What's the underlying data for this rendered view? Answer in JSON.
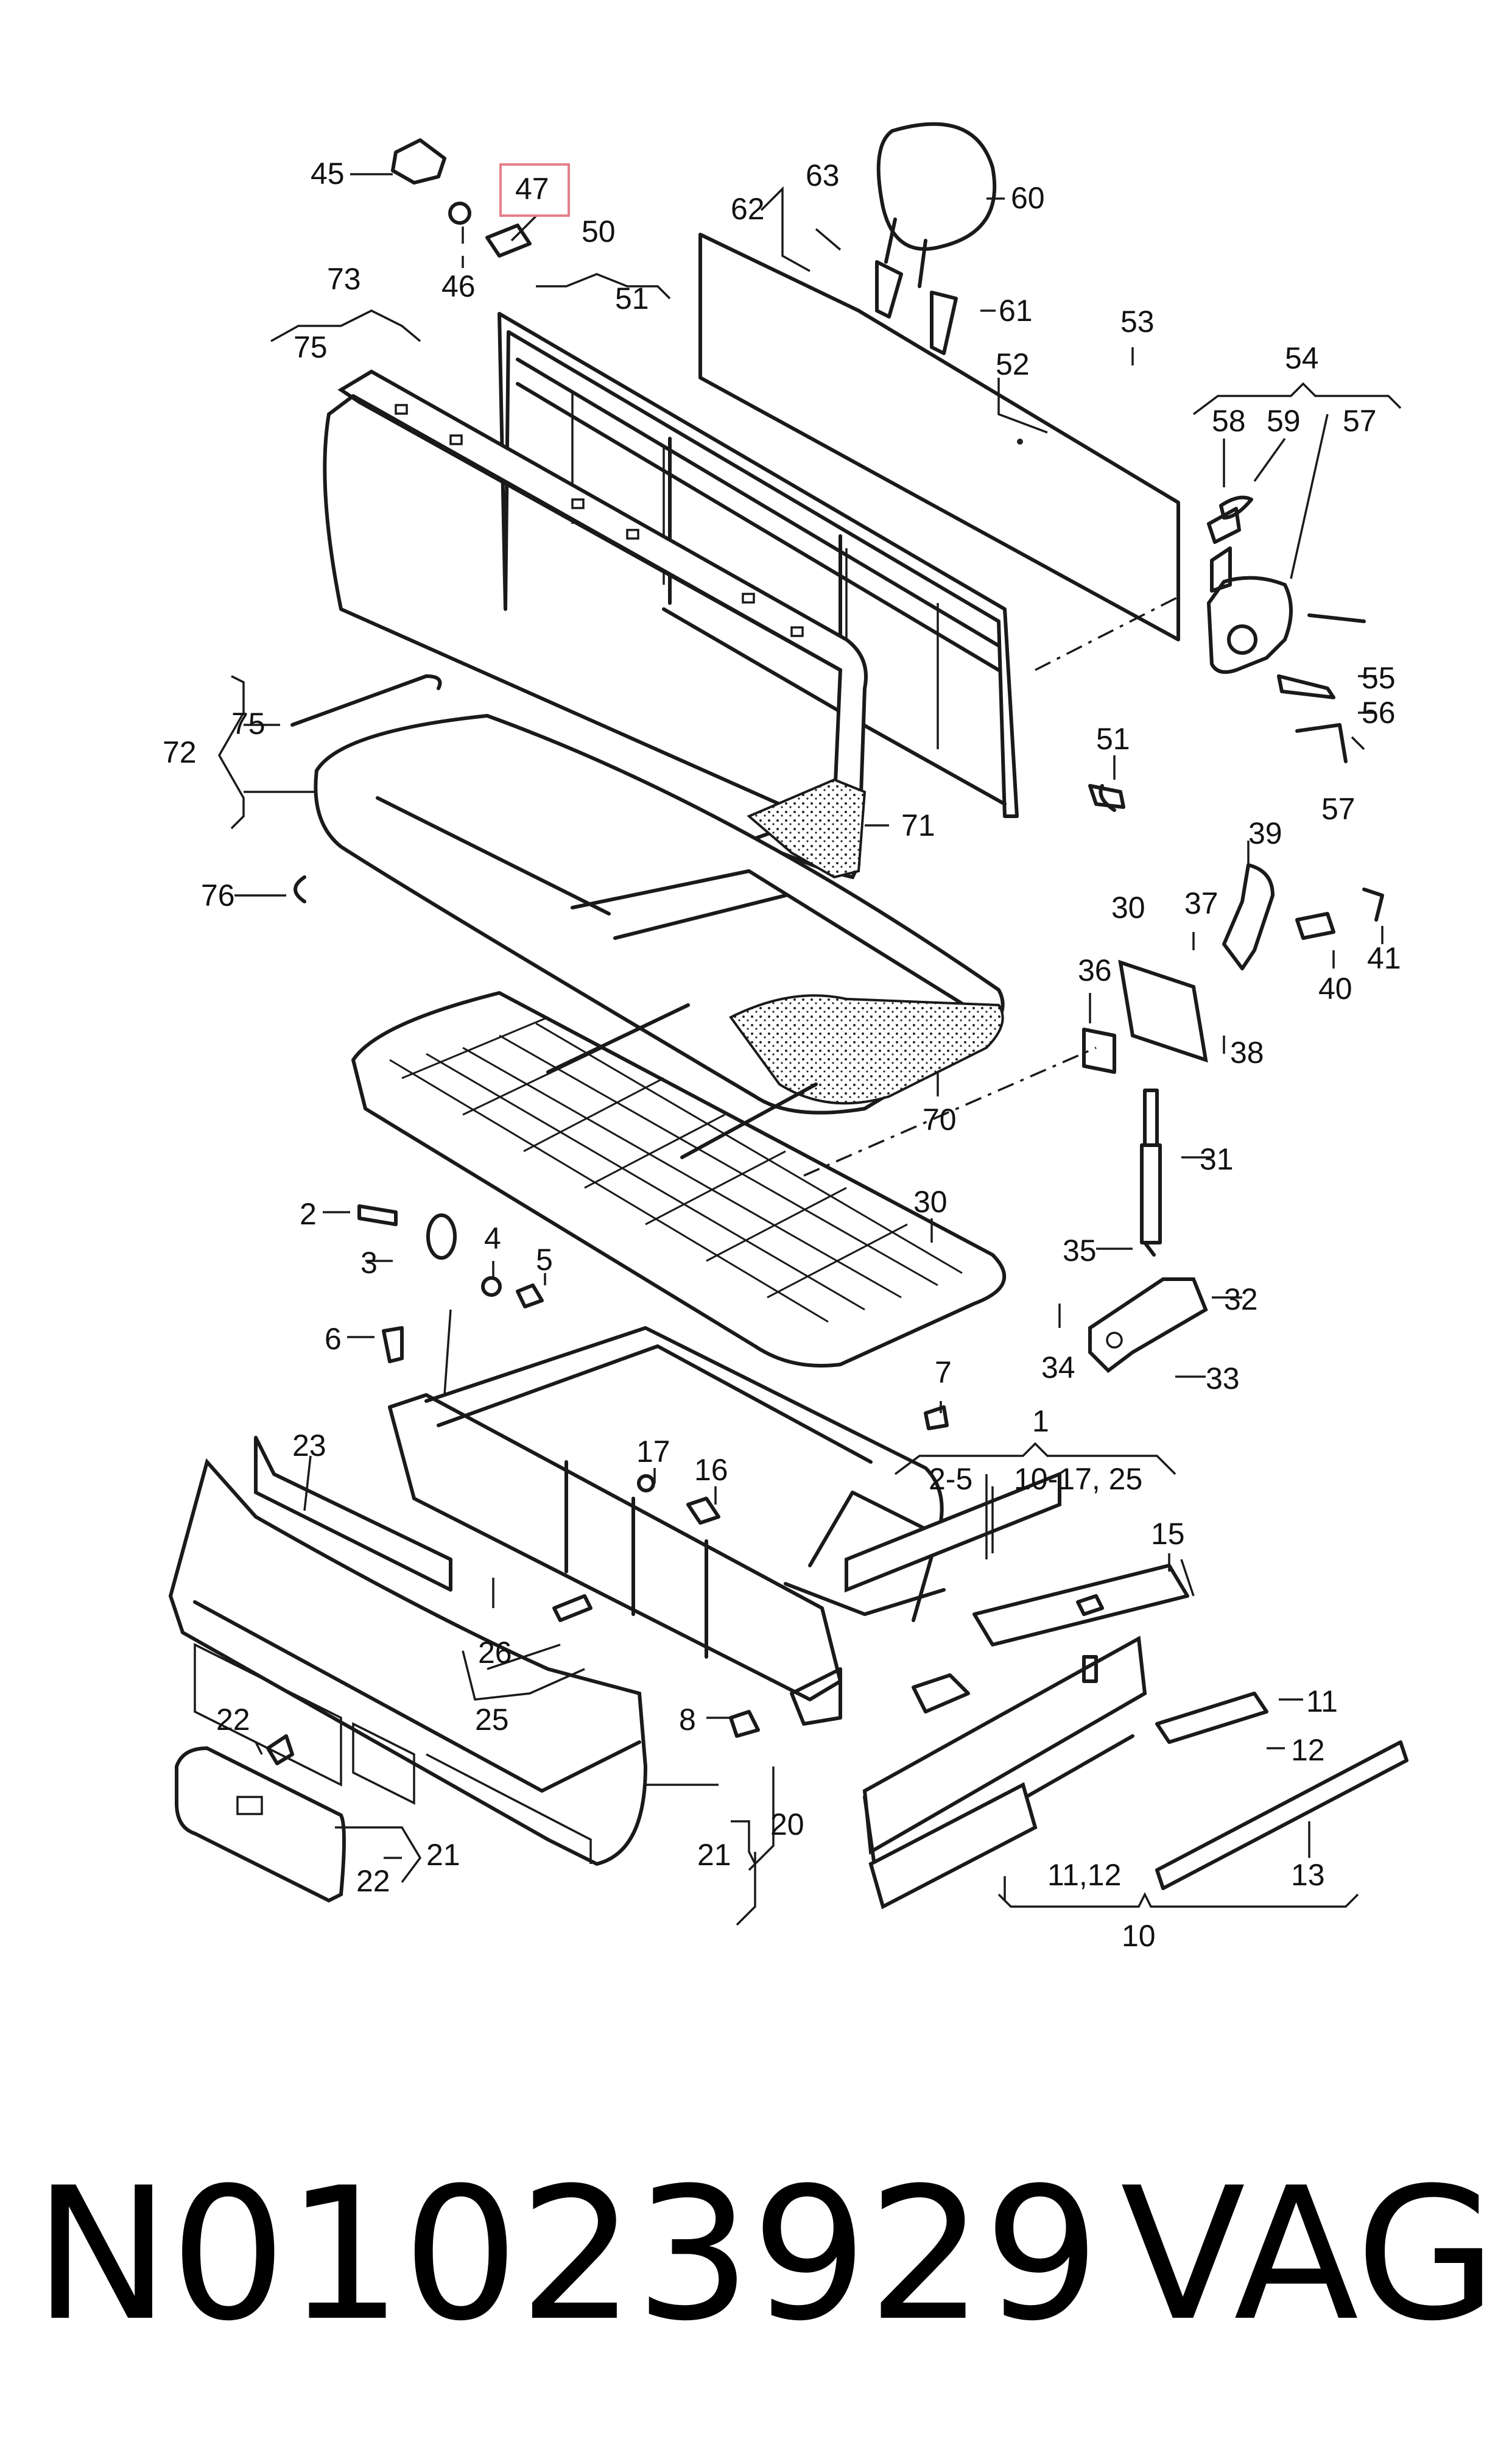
{
  "footer": {
    "part_number": "N01023929",
    "brand": "VAG"
  },
  "highlight_color": "#e57f8a",
  "callouts": {
    "l2": "2",
    "l3": "3",
    "l4": "4",
    "l5": "5",
    "l6": "6",
    "l7": "7",
    "l8": "8",
    "l10": "10",
    "l11": "11",
    "l1112": "11,12",
    "l12": "12",
    "l13": "13",
    "l15": "15",
    "l16": "16",
    "l17": "17",
    "l1": "1",
    "l25range": "2-5",
    "l1017": "10-17, 25",
    "l20": "20",
    "l21a": "21",
    "l21b": "21",
    "l22a": "22",
    "l22b": "22",
    "l23": "23",
    "l25": "25",
    "l26": "26",
    "l30a": "30",
    "l30b": "30",
    "l31": "31",
    "l32": "32",
    "l33": "33",
    "l34": "34",
    "l35": "35",
    "l36": "36",
    "l37": "37",
    "l38": "38",
    "l39": "39",
    "l40": "40",
    "l41": "41",
    "l45": "45",
    "l46": "46",
    "l47": "47",
    "l50": "50",
    "l51a": "51",
    "l51b": "51",
    "l52": "52",
    "l53": "53",
    "l54": "54",
    "l55": "55",
    "l56": "56",
    "l57a": "57",
    "l57b": "57",
    "l58": "58",
    "l59": "59",
    "l60": "60",
    "l61": "61",
    "l62": "62",
    "l63": "63",
    "l70": "70",
    "l71": "71",
    "l72": "72",
    "l73": "73",
    "l75a": "75",
    "l75b": "75",
    "l76": "76"
  }
}
